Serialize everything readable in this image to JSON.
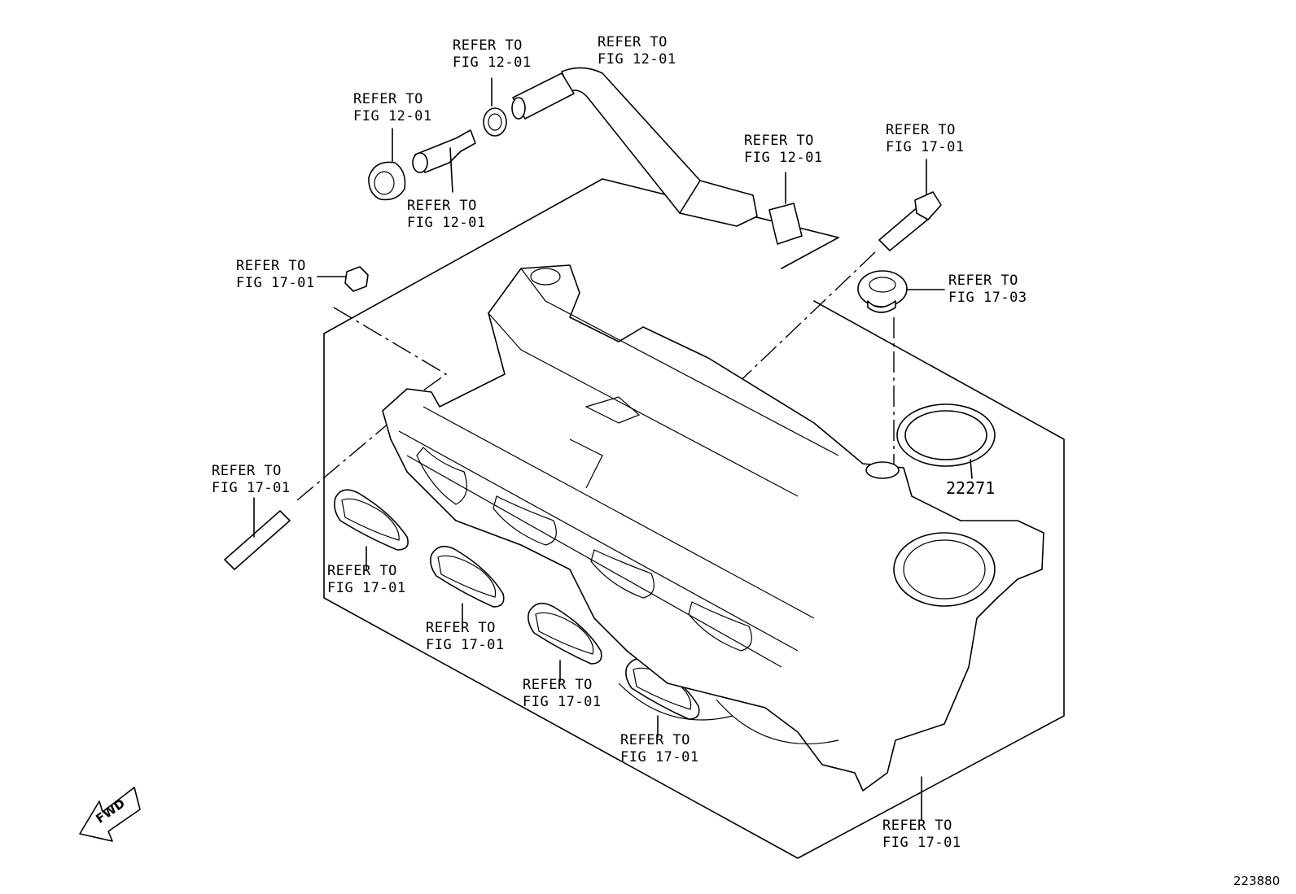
{
  "callouts": [
    {
      "line1": "REFER TO",
      "line2": "FIG 12-01"
    },
    {
      "line1": "REFER TO",
      "line2": "FIG 12-01"
    },
    {
      "line1": "REFER TO",
      "line2": "FIG 12-01"
    },
    {
      "line1": "REFER TO",
      "line2": "FIG 12-01"
    },
    {
      "line1": "REFER TO",
      "line2": "FIG 12-01"
    },
    {
      "line1": "REFER TO",
      "line2": "FIG 17-01"
    },
    {
      "line1": "REFER TO",
      "line2": "FIG 17-01"
    },
    {
      "line1": "REFER TO",
      "line2": "FIG 17-03"
    },
    {
      "line1": "REFER TO",
      "line2": "FIG 17-01"
    },
    {
      "line1": "REFER TO",
      "line2": "FIG 17-01"
    },
    {
      "line1": "REFER TO",
      "line2": "FIG 17-01"
    },
    {
      "line1": "REFER TO",
      "line2": "FIG 17-01"
    },
    {
      "line1": "REFER TO",
      "line2": "FIG 17-01"
    },
    {
      "line1": "REFER TO",
      "line2": "FIG 17-01"
    }
  ],
  "part_number": "22271",
  "fwd_label": "FWD",
  "figure_id": "223880"
}
